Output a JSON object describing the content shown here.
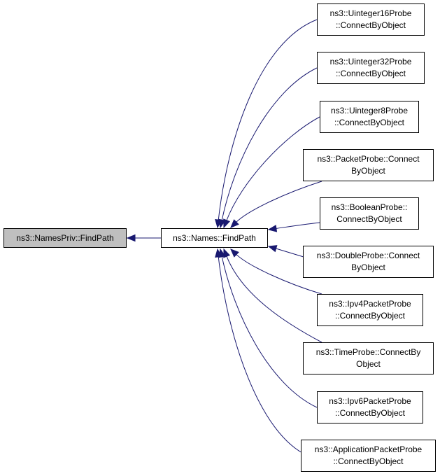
{
  "diagram": {
    "edge_color": "#191970",
    "highlight_color": "#bfbfbf",
    "target": {
      "label": "ns3::NamesPriv::FindPath"
    },
    "center": {
      "label": "ns3::Names::FindPath"
    },
    "callers": [
      {
        "line1": "ns3::Uinteger16Probe",
        "line2": "::ConnectByObject"
      },
      {
        "line1": "ns3::Uinteger32Probe",
        "line2": "::ConnectByObject"
      },
      {
        "line1": "ns3::Uinteger8Probe",
        "line2": "::ConnectByObject"
      },
      {
        "line1": "ns3::PacketProbe::Connect",
        "line2": "ByObject"
      },
      {
        "line1": "ns3::BooleanProbe::",
        "line2": "ConnectByObject"
      },
      {
        "line1": "ns3::DoubleProbe::Connect",
        "line2": "ByObject"
      },
      {
        "line1": "ns3::Ipv4PacketProbe",
        "line2": "::ConnectByObject"
      },
      {
        "line1": "ns3::TimeProbe::ConnectBy",
        "line2": "Object"
      },
      {
        "line1": "ns3::Ipv6PacketProbe",
        "line2": "::ConnectByObject"
      },
      {
        "line1": "ns3::ApplicationPacketProbe",
        "line2": "::ConnectByObject"
      }
    ]
  }
}
